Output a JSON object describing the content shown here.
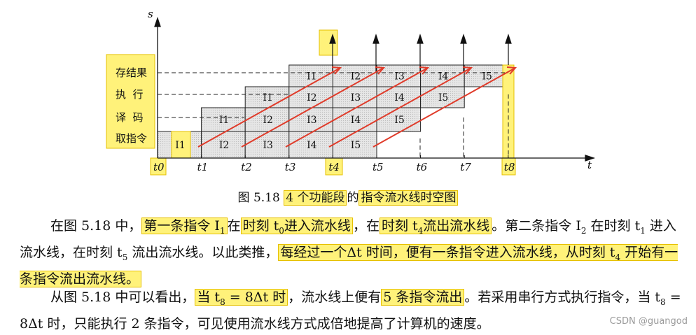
{
  "diagram": {
    "axis_s": "s",
    "axis_t": "t",
    "stages": [
      "存结果",
      "执  行",
      "译  码",
      "取指令"
    ],
    "time_labels": [
      "t0",
      "t1",
      "t2",
      "t3",
      "t4",
      "t5",
      "t6",
      "t7",
      "t8"
    ],
    "instructions": [
      "I1",
      "I2",
      "I3",
      "I4",
      "I5"
    ]
  },
  "caption": {
    "fig_no": "图 5.18",
    "title_a": "4 个功能段",
    "title_b": "的",
    "title_c": "指令流水线时空图"
  },
  "para1": {
    "a": "在图 5.18 中，",
    "b": "第一条指令 I",
    "b_sub": "1",
    "c": "在",
    "d": "时刻 t",
    "d_sub": "0",
    "e": "进入流水线",
    "f": "，在",
    "g": "时刻 t",
    "g_sub": "4",
    "h": "流出流水线",
    "i": "。第二条指令 I",
    "i_sub": "2",
    "j": " 在时刻 t",
    "j_sub": "1",
    "k": " 进入流水线，在时刻 t",
    "k_sub": "5",
    "l": " 流出流水线。以此类推，",
    "m": "每经过一个Δt 时间，便有一条指令进入流水线，从时刻 t",
    "m_sub": "4",
    "n": " 开始有一条指令流出流水线。"
  },
  "para2": {
    "a": "从图 5.18 中可以看出，",
    "b": "当 t",
    "b_sub": "8",
    "c": " = 8Δt 时",
    "d": "，流水线上便有",
    "e": "5 条指令流出",
    "f": "。若采用串行方式执行指令，当 t",
    "f_sub": "8",
    "g": " = 8Δt 时，只能执行 2 条指令，可见使用流水线方式成倍地提高了计算机的速度。"
  },
  "watermark": "CSDN @guangod"
}
